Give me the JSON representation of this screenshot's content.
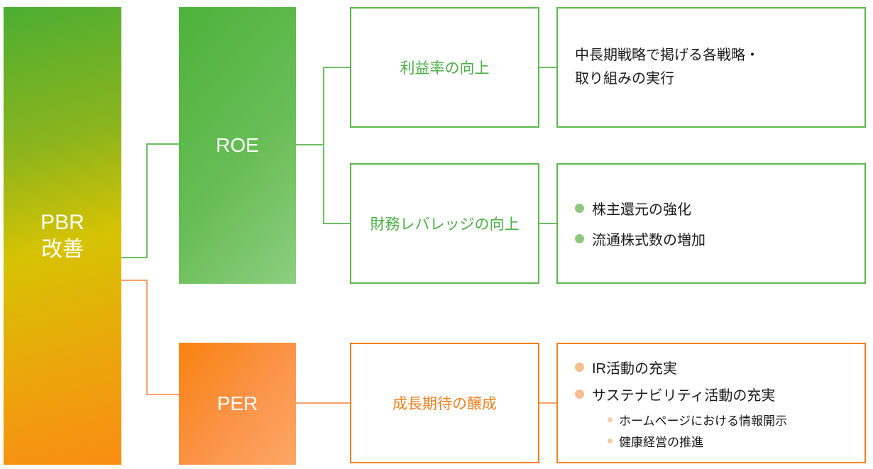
{
  "palette": {
    "green_border": "#5cb84e",
    "green_label": "#4eae47",
    "green_line": "#6cbe62",
    "green_bullet": "#8cc97f",
    "orange_accent": "#f0801f",
    "orange_line": "#f9a268",
    "orange_bullet": "#f8be92",
    "orange_sub_bullet": "#f6cba8",
    "pbr_gradient": [
      "#4cae32",
      "#d6c303",
      "#fa8c13"
    ],
    "roe_gradient": [
      "#4db23a",
      "#8cce7e"
    ],
    "per_gradient": [
      "#fa830e",
      "#fda763"
    ],
    "text_dark": "#1a1a1a",
    "text_light": "#ffffff"
  },
  "root": {
    "label_line1": "PBR",
    "label_line2": "改善"
  },
  "branches": {
    "roe": {
      "label": "ROE"
    },
    "per": {
      "label": "PER"
    }
  },
  "levers": {
    "profit": {
      "label": "利益率の向上"
    },
    "leverage": {
      "label": "財務レバレッジの向上"
    },
    "growth": {
      "label": "成長期待の醸成"
    }
  },
  "details": {
    "profit": {
      "lines": [
        "中長期戦略で掲げる各戦略・",
        "取り組みの実行"
      ]
    },
    "leverage": {
      "items": [
        "株主還元の強化",
        "流通株式数の増加"
      ]
    },
    "growth": {
      "items": [
        "IR活動の充実",
        "サステナビリティ活動の充実"
      ],
      "sub_items": [
        "ホームページにおける情報開示",
        "健康経営の推進"
      ]
    }
  }
}
